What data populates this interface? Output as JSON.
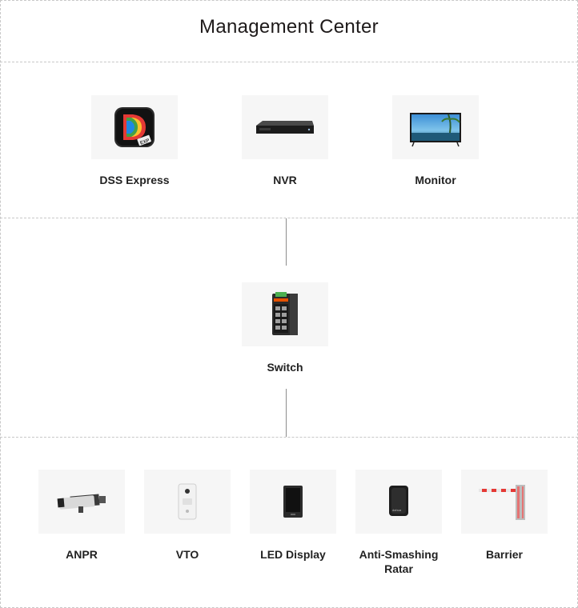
{
  "header": {
    "title": "Management Center"
  },
  "top_row": [
    {
      "label": "DSS Express",
      "icon": "dss-express-logo-icon"
    },
    {
      "label": "NVR",
      "icon": "nvr-recorder-icon"
    },
    {
      "label": "Monitor",
      "icon": "monitor-screen-icon"
    }
  ],
  "middle": {
    "label": "Switch",
    "icon": "network-switch-icon"
  },
  "bottom_row": [
    {
      "label": "ANPR",
      "icon": "anpr-camera-icon"
    },
    {
      "label": "VTO",
      "icon": "vto-intercom-icon"
    },
    {
      "label": "LED Display",
      "icon": "led-display-icon"
    },
    {
      "label_line1": "Anti-Smashing",
      "label_line2": "Ratar",
      "icon": "anti-smashing-reader-icon"
    },
    {
      "label": "Barrier",
      "icon": "barrier-gate-icon"
    }
  ]
}
